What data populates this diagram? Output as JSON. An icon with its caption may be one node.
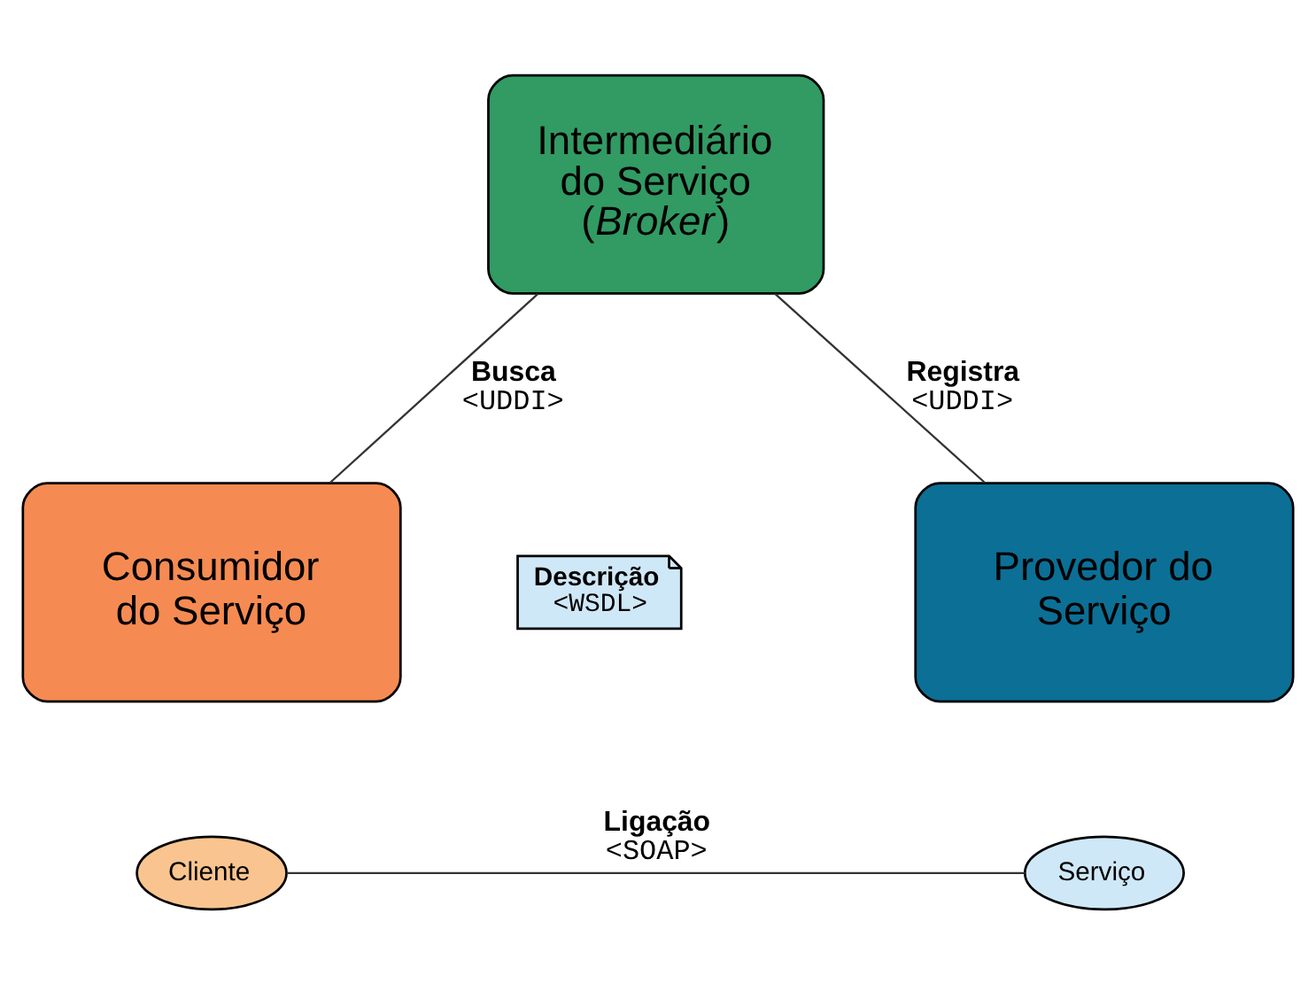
{
  "diagram": {
    "nodes": [
      {
        "text": [
          "Intermediário do Serviço (*Broker*)"
        ]
      },
      {
        "text": [
          "Consumidor do Serviço"
        ]
      },
      {
        "text": [
          "Cliente"
        ]
      },
      {
        "text": [
          "Descrição",
          "<WSDL>"
        ]
      },
      {
        "text": [
          "Provedor do Serviço"
        ]
      },
      {
        "text": [
          "Serviço"
        ]
      }
    ],
    "edges": [
      {
        "from": 0,
        "to": 1,
        "arrow": "none",
        "label": "Busca <UDDI>"
      },
      {
        "from": 0,
        "to": 4,
        "arrow": "none",
        "label": "Registra <UDDI>"
      },
      {
        "from": 2,
        "to": 5,
        "arrow": "none",
        "label": "Ligação <SOAP>"
      }
    ]
  }
}
